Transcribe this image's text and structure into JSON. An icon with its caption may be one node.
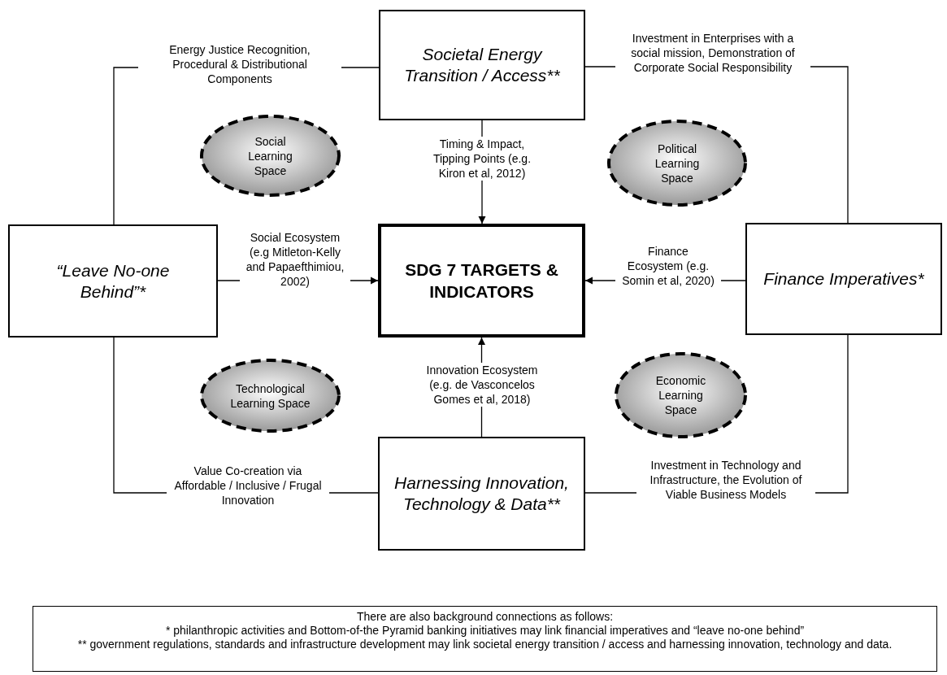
{
  "diagram": {
    "nodes": [
      {
        "text": [
          "Societal Energy Transition / Access**"
        ]
      },
      {
        "text": [
          "“Leave No-one Behind”*"
        ]
      },
      {
        "text": [
          "SDG 7 TARGETS & INDICATORS"
        ]
      },
      {
        "text": [
          "Finance Imperatives*"
        ]
      },
      {
        "text": [
          "Harnessing Innovation, Technology & Data**"
        ]
      },
      {
        "text": [
          "Social Learning Space"
        ]
      },
      {
        "text": [
          "Political Learning Space"
        ]
      },
      {
        "text": [
          "Technological Learning Space"
        ]
      },
      {
        "text": [
          "Economic Learning Space"
        ]
      },
      {
        "text": [
          "There are also background connections as follows:",
          "* philanthropic activities  and Bottom-of-the Pyramid banking initiatives  may link financial imperatives and  “leave no-one behind”",
          "** government regulations, standards and infrastructure development may link societal energy transition / access and harnessing innovation, technology and data."
        ]
      }
    ],
    "edges": [
      {
        "from": 0,
        "to": 1,
        "arrow": "none",
        "label": "Energy Justice Recognition, Procedural & Distributional Components"
      },
      {
        "from": 0,
        "to": 3,
        "arrow": "none",
        "label": "Investment in Enterprises with a social mission, Demonstration of Corporate Social Responsibility"
      },
      {
        "from": 0,
        "to": 2,
        "arrow": "to",
        "label": "Timing & Impact, Tipping Points (e.g. Kiron et al, 2012)"
      },
      {
        "from": 1,
        "to": 2,
        "arrow": "to",
        "label": "Social Ecosystem (e.g Mitleton-Kelly and Papaefthimiou, 2002)"
      },
      {
        "from": 3,
        "to": 2,
        "arrow": "to",
        "label": "Finance Ecosystem (e.g. Somin et al, 2020)"
      },
      {
        "from": 4,
        "to": 2,
        "arrow": "to",
        "label": "Innovation Ecosystem (e.g. de Vasconcelos Gomes et al, 2018)"
      },
      {
        "from": 1,
        "to": 4,
        "arrow": "none",
        "label": "Value Co-creation via Affordable / Inclusive / Frugal Innovation"
      },
      {
        "from": 4,
        "to": 3,
        "arrow": "none",
        "label": "Investment in Technology and Infrastructure, the Evolution of Viable Business Models"
      }
    ]
  }
}
